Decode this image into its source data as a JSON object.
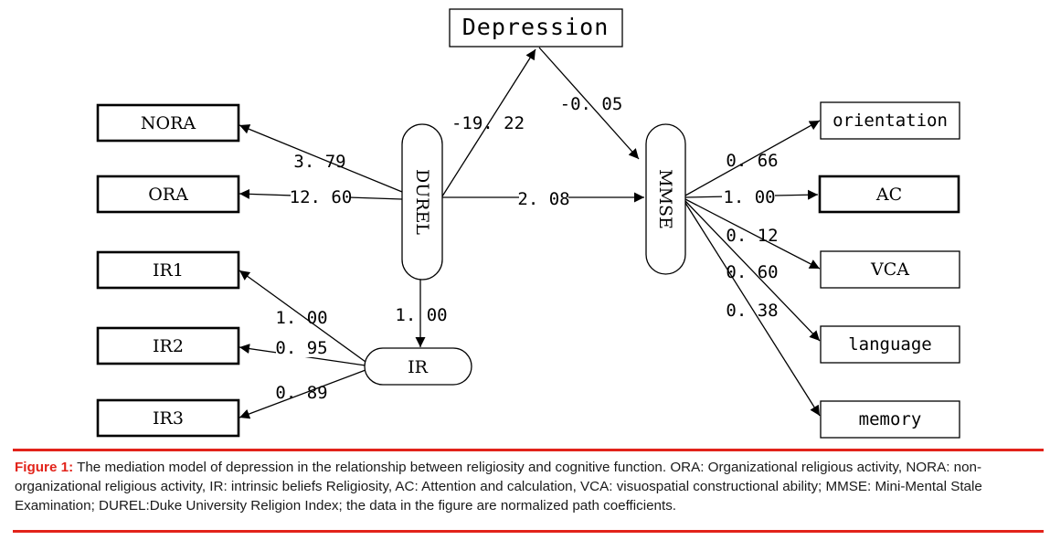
{
  "nodes": {
    "depression": "Depression",
    "nora": "NORA",
    "ora": "ORA",
    "ir1": "IR1",
    "ir2": "IR2",
    "ir3": "IR3",
    "durel": "DUREL",
    "mmse": "MMSE",
    "ir": "IR",
    "orientation": "orientation",
    "ac": "AC",
    "vca": "VCA",
    "language": "language",
    "memory": "memory"
  },
  "paths": {
    "durel_depression": "-19. 22",
    "depression_mmse": "-0. 05",
    "durel_mmse": "2. 08",
    "durel_nora": "3. 79",
    "durel_ora": "12. 60",
    "durel_ir": "1. 00",
    "ir_ir1": "1. 00",
    "ir_ir2": "0. 95",
    "ir_ir3": "0. 89",
    "mmse_orientation": "0. 66",
    "mmse_ac": "1. 00",
    "mmse_vca": "0. 12",
    "mmse_language": "0. 60",
    "mmse_memory": "0. 38"
  },
  "caption": {
    "label": "Figure 1:",
    "text": " The mediation model of depression in the relationship between religiosity and cognitive function. ORA: Organizational religious activity, NORA: non-organizational religious activity, IR: intrinsic beliefs Religiosity, AC: Attention and calculation, VCA: visuospatial constructional ability; MMSE: Mini-Mental Stale Examination; DUREL:Duke University Religion Index;  the data in the figure are normalized path coefficients."
  },
  "colors": {
    "rule": "#e2231a",
    "caption_label": "#e2231a"
  }
}
